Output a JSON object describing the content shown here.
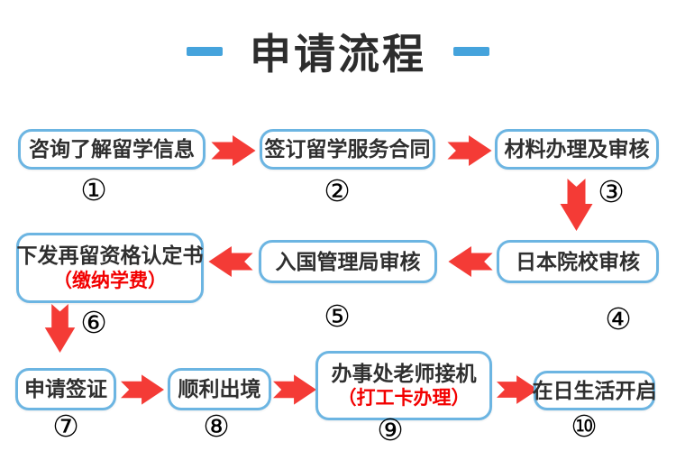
{
  "title": {
    "text": "申请流程"
  },
  "colors": {
    "accent_blue": "#45a3dc",
    "box_border_blue": "#6cb5e2",
    "arrow_red": "#f43b36",
    "sub_text_red": "#f20000",
    "text_dark": "#2f2f2f"
  },
  "steps": [
    {
      "number": "①",
      "label": "咨询了解留学信息"
    },
    {
      "number": "②",
      "label": "签订留学服务合同"
    },
    {
      "number": "③",
      "label": "材料办理及审核"
    },
    {
      "number": "④",
      "label": "日本院校审核"
    },
    {
      "number": "⑤",
      "label": "入国管理局审核"
    },
    {
      "number": "⑥",
      "label": "下发再留资格认定书",
      "sub": "（缴纳学费）"
    },
    {
      "number": "⑦",
      "label": "申请签证"
    },
    {
      "number": "⑧",
      "label": "顺利出境"
    },
    {
      "number": "⑨",
      "label": "办事处老师接机",
      "sub": "（打工卡办理）"
    },
    {
      "number": "⑩",
      "label": "在日生活开启"
    }
  ]
}
